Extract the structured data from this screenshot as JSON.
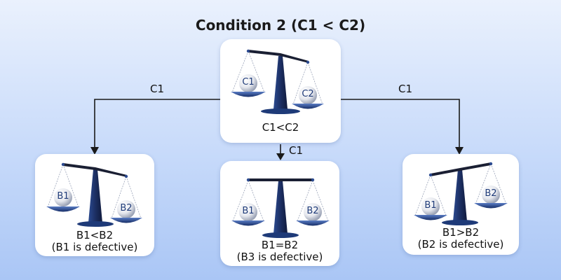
{
  "title": "Condition 2 (C1 < C2)",
  "edges": {
    "left_label": "C1",
    "middle_label": "C1",
    "right_label": "C1"
  },
  "top": {
    "left_ball": "C1",
    "right_ball": "C2",
    "caption": "C1<C2"
  },
  "outcomes": [
    {
      "left_ball": "B1",
      "right_ball": "B2",
      "relation": "B1<B2",
      "note": "(B1 is defective)"
    },
    {
      "left_ball": "B1",
      "right_ball": "B2",
      "relation": "B1=B2",
      "note": "(B3 is defective)"
    },
    {
      "left_ball": "B1",
      "right_ball": "B2",
      "relation": "B1>B2",
      "note": "(B2 is defective)"
    }
  ],
  "colors": {
    "scale": "#1e3a78",
    "beam": "#1a1f33",
    "connector": "#1a1a1a"
  }
}
